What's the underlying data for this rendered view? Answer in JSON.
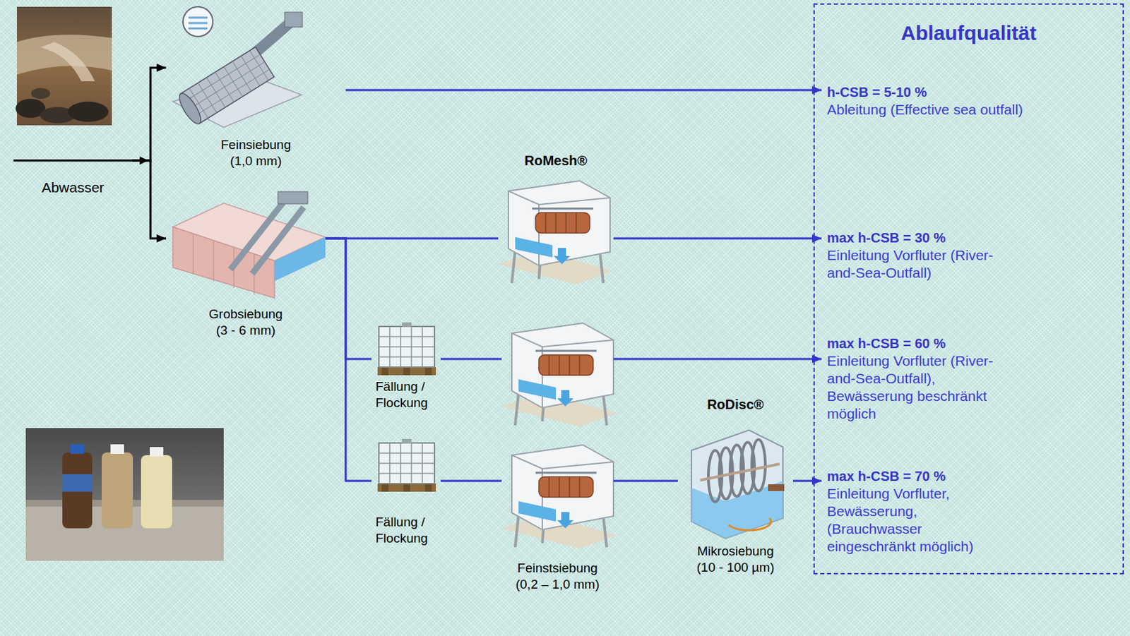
{
  "diagram": {
    "nodes": [
      {
        "text": [
          "Abwasser"
        ]
      },
      {
        "text": [
          "Feinsiebung (1,0 mm)"
        ]
      },
      {
        "text": [
          "Grobsiebung (3 - 6 mm)"
        ]
      },
      {
        "text": [
          "RoMesh®"
        ]
      },
      {
        "text": [
          "Fällung / Flockung"
        ]
      },
      {
        "text": []
      },
      {
        "text": [
          "Fällung / Flockung"
        ]
      },
      {
        "text": [
          "Feinstsiebung (0,2 – 1,0 mm)"
        ]
      },
      {
        "text": [
          "RoDisc®",
          "Mikrosiebung (10 - 100 µm)"
        ]
      },
      {
        "text": [
          "Ablaufqualität"
        ]
      },
      {
        "text": [
          "h-CSB = 5-10 %",
          "Ableitung (Effective sea outfall)"
        ],
        "in": 9
      },
      {
        "text": [
          "max h-CSB = 30 %",
          "Einleitung Vorfluter (River-and-Sea-Outfall)"
        ],
        "in": 9
      },
      {
        "text": [
          "max h-CSB = 60 %",
          "Einleitung Vorfluter (River-and-Sea-Outfall), Bewässerung beschränkt möglich"
        ],
        "in": 9
      },
      {
        "text": [
          "max h-CSB = 70 %",
          "Einleitung Vorfluter, Bewässerung, (Brauchwasser eingeschränkt möglich)"
        ],
        "in": 9
      }
    ],
    "edges": [
      {
        "from": 0,
        "to": 1,
        "arrow": "to"
      },
      {
        "from": 0,
        "to": 2,
        "arrow": "to"
      },
      {
        "from": 1,
        "to": 10,
        "arrow": "to"
      },
      {
        "from": 2,
        "to": 3,
        "arrow": "none"
      },
      {
        "from": 2,
        "to": 4,
        "arrow": "none"
      },
      {
        "from": 2,
        "to": 6,
        "arrow": "none"
      },
      {
        "from": 3,
        "to": 11,
        "arrow": "to"
      },
      {
        "from": 4,
        "to": 5,
        "arrow": "none"
      },
      {
        "from": 5,
        "to": 12,
        "arrow": "to"
      },
      {
        "from": 6,
        "to": 7,
        "arrow": "none"
      },
      {
        "from": 7,
        "to": 8,
        "arrow": "none"
      },
      {
        "from": 8,
        "to": 13,
        "arrow": "to"
      }
    ]
  }
}
